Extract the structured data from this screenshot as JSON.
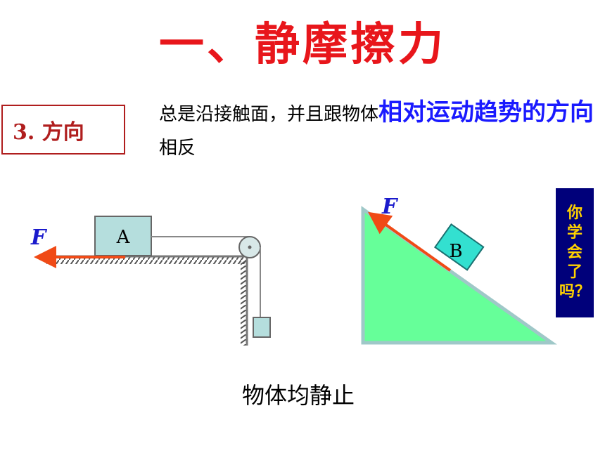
{
  "title": "一、静摩擦力",
  "section": {
    "label": "3. 方向"
  },
  "description": {
    "part1": "总是沿接触面，并且跟物体",
    "highlight": "相对运动趋势的方向",
    "part2": "相反"
  },
  "diagram1": {
    "block_label": "A",
    "force_label": "F"
  },
  "diagram2": {
    "block_label": "B",
    "force_label": "F"
  },
  "caption": "物体均静止",
  "side_prompt": {
    "chars": [
      "你",
      "学",
      "会",
      "了",
      "吗？"
    ]
  },
  "colors": {
    "title": "#e8161b",
    "highlight": "#1a1aff",
    "force_arrow": "#f04a16",
    "force_label": "#1a1acc",
    "block": "#b5dedd",
    "incline": "#66ff99",
    "side_bg": "#00007a",
    "side_text": "#ffd200"
  }
}
